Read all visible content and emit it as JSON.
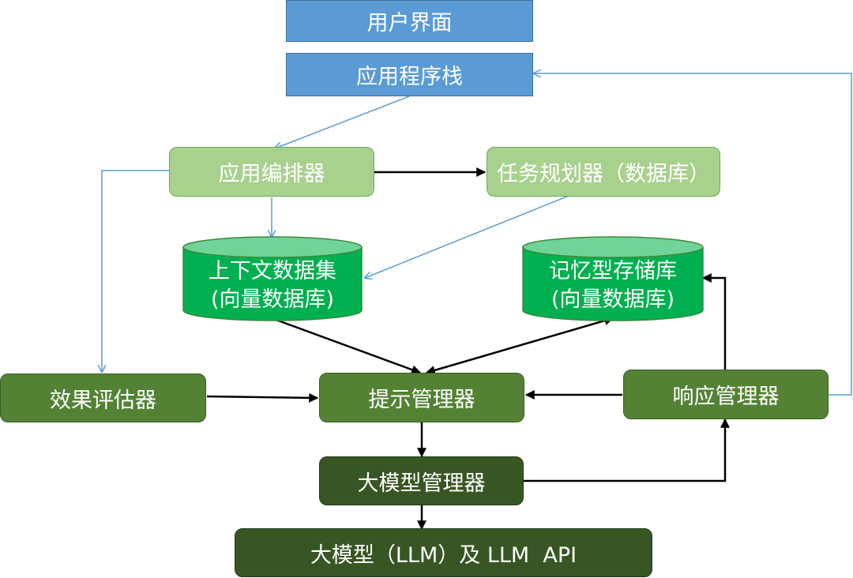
{
  "nodes": {
    "user_interface": "用户界面",
    "app_stack": "应用程序栈",
    "orchestrator": "应用编排器",
    "task_planner": "任务规划器（数据库）",
    "context_dataset": {
      "line1": "上下文数据集",
      "line2": "(向量数据库)"
    },
    "memory_store": {
      "line1": "记忆型存储库",
      "line2": "(向量数据库)"
    },
    "evaluator": "效果评估器",
    "prompt_manager": "提示管理器",
    "response_manager": "响应管理器",
    "llm_manager": "大模型管理器",
    "llm_api": "大模型（LLM）及 LLM  API"
  },
  "colors": {
    "blue": "#5b9bd5",
    "light_green": "#a9d18e",
    "cylinder_green": "#00b050",
    "mid_green": "#548235",
    "dark_green": "#375623",
    "blue_arrow": "#5b9bd5",
    "black_arrow": "#000000"
  }
}
